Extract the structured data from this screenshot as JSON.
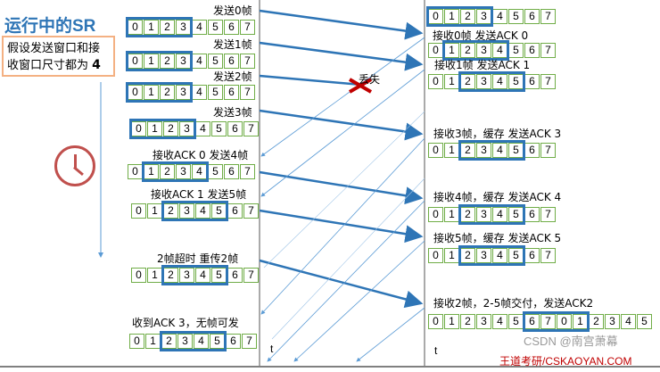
{
  "title": "运行中的SR",
  "assumption": {
    "text": "假设发送窗口和接收窗口尺寸都为",
    "value": "4"
  },
  "lost_label": "丢失",
  "time_label": "t",
  "watermark": "王道考研/CSKAOYAN.COM",
  "csdn": "CSDN @南宫萧幕",
  "colors": {
    "arrow": "#2e75b6",
    "cell_border": "#70ad47",
    "window": "#2e75b6",
    "lost": "#c00000",
    "clock": "#c0504d"
  },
  "sender_events": [
    {
      "label": "发送0帧",
      "cells": [
        "0",
        "1",
        "2",
        "3",
        "4",
        "5",
        "6",
        "7"
      ],
      "window_start": 0,
      "window_size": 4
    },
    {
      "label": "发送1帧",
      "cells": [
        "0",
        "1",
        "2",
        "3",
        "4",
        "5",
        "6",
        "7"
      ],
      "window_start": 0,
      "window_size": 4
    },
    {
      "label": "发送2帧",
      "cells": [
        "0",
        "1",
        "2",
        "3",
        "4",
        "5",
        "6",
        "7"
      ],
      "window_start": 0,
      "window_size": 4
    },
    {
      "label": "发送3帧",
      "cells": [
        "0",
        "1",
        "2",
        "3",
        "4",
        "5",
        "6",
        "7"
      ],
      "window_start": 0,
      "window_size": 4
    },
    {
      "label": "接收ACK 0  发送4帧",
      "cells": [
        "0",
        "1",
        "2",
        "3",
        "4",
        "5",
        "6",
        "7"
      ],
      "window_start": 1,
      "window_size": 4
    },
    {
      "label": "接收ACK 1  发送5帧",
      "cells": [
        "0",
        "1",
        "2",
        "3",
        "4",
        "5",
        "6",
        "7"
      ],
      "window_start": 2,
      "window_size": 4
    },
    {
      "label": "2帧超时  重传2帧",
      "cells": [
        "0",
        "1",
        "2",
        "3",
        "4",
        "5",
        "6",
        "7"
      ],
      "window_start": 2,
      "window_size": 4
    },
    {
      "label": "收到ACK 3，无帧可发",
      "cells": [
        "0",
        "1",
        "2",
        "3",
        "4",
        "5",
        "6",
        "7"
      ],
      "window_start": 2,
      "window_size": 4
    }
  ],
  "receiver_events": [
    {
      "label": "",
      "cells": [
        "0",
        "1",
        "2",
        "3",
        "4",
        "5",
        "6",
        "7"
      ],
      "window_start": 0,
      "window_size": 4
    },
    {
      "label": "接收0帧 发送ACK 0",
      "cells": [
        "0",
        "1",
        "2",
        "3",
        "4",
        "5",
        "6",
        "7"
      ],
      "window_start": 1,
      "window_size": 4
    },
    {
      "label": "接收1帧  发送ACK 1",
      "cells": [
        "0",
        "1",
        "2",
        "3",
        "4",
        "5",
        "6",
        "7"
      ],
      "window_start": 2,
      "window_size": 4
    },
    {
      "label": "接收3帧，缓存  发送ACK 3",
      "cells": [
        "0",
        "1",
        "2",
        "3",
        "4",
        "5",
        "6",
        "7"
      ],
      "window_start": 2,
      "window_size": 4
    },
    {
      "label": "接收4帧，缓存  发送ACK 4",
      "cells": [
        "0",
        "1",
        "2",
        "3",
        "4",
        "5",
        "6",
        "7"
      ],
      "window_start": 2,
      "window_size": 4
    },
    {
      "label": "接收5帧，缓存  发送ACK 5",
      "cells": [
        "0",
        "1",
        "2",
        "3",
        "4",
        "5",
        "6",
        "7"
      ],
      "window_start": 2,
      "window_size": 4
    },
    {
      "label": "接收2帧，2-5帧交付，发送ACK2",
      "cells": [
        "0",
        "1",
        "2",
        "3",
        "4",
        "5",
        "6",
        "7",
        "0",
        "1",
        "2",
        "3",
        "4",
        "5"
      ],
      "window_start": 6,
      "window_size": 4
    }
  ]
}
